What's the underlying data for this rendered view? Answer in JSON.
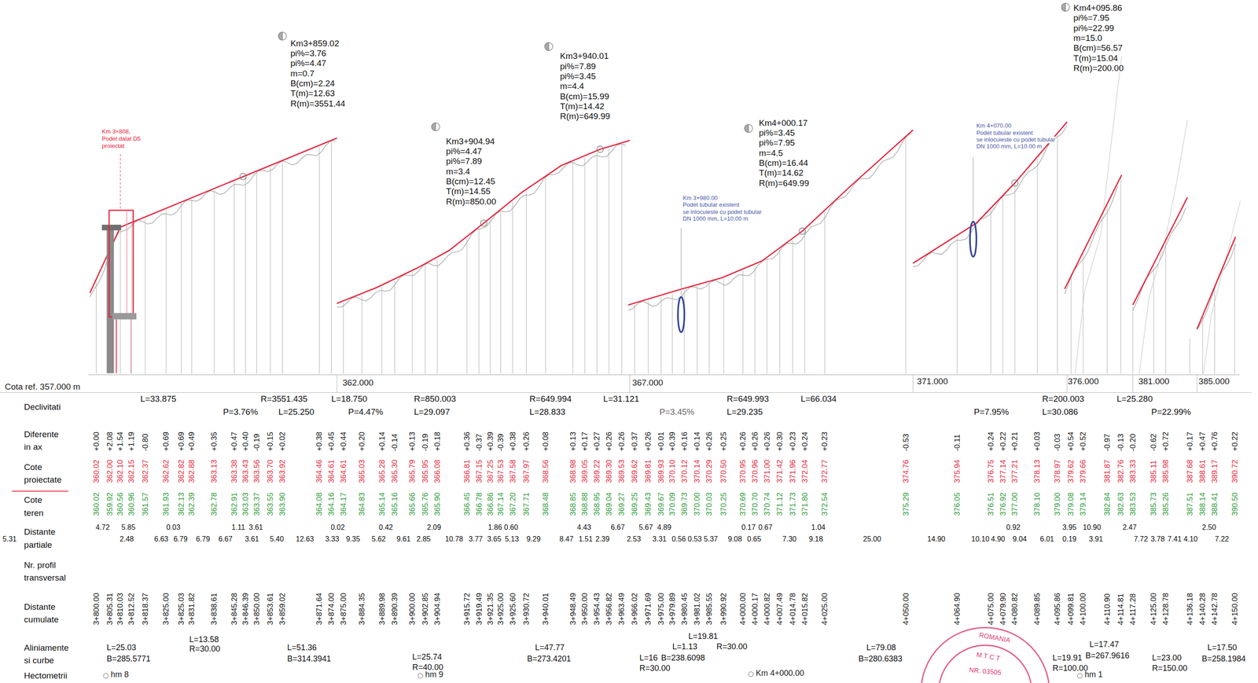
{
  "diagram": {
    "labels": [
      "Km3+859.02",
      "pi%=3.76",
      "pi%=4.47",
      "m=0.7",
      "B(cm)=2.24",
      "T(m)=12.63",
      "R(m)=3551.44",
      "Km3+904.94",
      "pi%=4.47",
      "pi%=7.89",
      "m=3.4",
      "B(cm)=12.45",
      "T(m)=14.55",
      "R(m)=850.00",
      "Km3+940.01",
      "pi%=7.89",
      "pi%=3.45",
      "m=4.4",
      "B(cm)=15.99",
      "T(m)=14.42",
      "R(m)=649.99",
      "Km4+000.17",
      "pi%=3.45",
      "pi%=7.95",
      "m=4.5",
      "B(cm)=16.44",
      "T(m)=14.62",
      "R(m)=649.99",
      "Km4+095.86",
      "pi%=7.95",
      "pi%=22.99",
      "m=15.0",
      "B(cm)=56.57",
      "T(m)=15.04",
      "R(m)=200.00",
      "Km 3+808,",
      "Podet dalat D5",
      "proiectat",
      "Km 3+980.00",
      "Podet tubular existent",
      "se inlocuieste cu podet tubular",
      "DN 1000 mm, L=10.00 m",
      "Km 4+070.00",
      "Podet tubular existent",
      "se inlocuieste cu podet tubular",
      "DN 1000 mm, L=10.00 m",
      "Cota ref. 357.000 m",
      "362.000",
      "367.000",
      "371.000",
      "376.000",
      "381.000",
      "385.000",
      "Declivitati",
      "Diferente",
      "in ax",
      "Cote",
      "proiectate",
      "Cote",
      "teren",
      "Distante",
      "partiale",
      "Nr. profil",
      "transversal",
      "Distante",
      "cumulate",
      "Aliniamente",
      "si curbe",
      "Hectometrii",
      "L=33.875",
      "P=3.76%",
      "R=3551.435",
      "L=25.250",
      "L=18.750",
      "P=4.47%",
      "R=850.003",
      "L=29.097",
      "R=649.994",
      "L=28.833",
      "L=31.121",
      "P=3.45%",
      "R=649.993",
      "L=29.235",
      "L=66.034",
      "P=7.95%",
      "R=200.003",
      "L=30.086",
      "L=25.280",
      "P=22.99%",
      "+0.00",
      "+2.08",
      "+1.54",
      "+1.19",
      "-0.80",
      "+0.69",
      "+0.69",
      "+0.49",
      "+0.35",
      "+0.47",
      "+0.40",
      "-0.19",
      "+0.15",
      "+0.02",
      "+0.38",
      "+0.45",
      "+0.44",
      "+0.20",
      "+0.14",
      "-0.14",
      "+0.13",
      "-0.19",
      "+0.18",
      "+0.36",
      "-0.37",
      "+0.39",
      "-0.39",
      "+0.38",
      "+0.26",
      "+0.08",
      "+0.13",
      "+0.17",
      "+0.27",
      "+0.26",
      "+0.26",
      "+0.37",
      "+0.26",
      "+0.01",
      "+0.39",
      "+0.16",
      "+0.14",
      "+0.26",
      "+0.25",
      "+0.26",
      "+0.26",
      "+0.26",
      "+0.30",
      "+0.23",
      "+0.24",
      "+0.23",
      "-0.53",
      "-0.11",
      "+0.24",
      "+0.22",
      "+0.21",
      "+0.03",
      "-0.03",
      "+0.54",
      "+0.52",
      "-0.97",
      "-0.13",
      "-0.20",
      "-0.62",
      "+0.72",
      "+0.17",
      "+0.47",
      "+0.76",
      "+0.22",
      "360.02",
      "362.00",
      "362.10",
      "362.15",
      "362.37",
      "362.62",
      "362.82",
      "362.88",
      "363.13",
      "363.38",
      "363.43",
      "363.56",
      "363.70",
      "363.92",
      "364.46",
      "364.61",
      "364.61",
      "365.03",
      "365.28",
      "365.30",
      "365.79",
      "365.95",
      "366.08",
      "366.81",
      "367.15",
      "367.25",
      "367.53",
      "367.58",
      "367.97",
      "368.56",
      "368.98",
      "369.05",
      "369.22",
      "369.30",
      "369.53",
      "369.62",
      "369.81",
      "369.93",
      "370.10",
      "370.12",
      "370.14",
      "370.29",
      "370.50",
      "370.95",
      "370.96",
      "371.00",
      "371.42",
      "371.96",
      "372.04",
      "372.77",
      "374.76",
      "375.94",
      "376.75",
      "377.14",
      "377.21",
      "378.13",
      "378.97",
      "379.62",
      "379.66",
      "381.87",
      "382.76",
      "383.33",
      "385.11",
      "385.98",
      "387.68",
      "388.61",
      "389.17",
      "390.72",
      "360.02",
      "359.92",
      "360.56",
      "360.96",
      "361.57",
      "361.93",
      "362.13",
      "362.39",
      "362.78",
      "362.91",
      "363.03",
      "363.37",
      "363.55",
      "363.90",
      "364.08",
      "364.16",
      "364.17",
      "364.83",
      "365.14",
      "365.16",
      "365.66",
      "365.76",
      "365.90",
      "366.45",
      "366.78",
      "366.86",
      "367.14",
      "367.20",
      "367.71",
      "368.48",
      "368.85",
      "368.88",
      "368.95",
      "369.04",
      "369.27",
      "369.25",
      "369.43",
      "369.67",
      "370.09",
      "369.73",
      "370.00",
      "370.03",
      "370.25",
      "370.69",
      "370.70",
      "370.74",
      "371.12",
      "371.73",
      "371.80",
      "372.54",
      "375.29",
      "376.05",
      "376.51",
      "376.92",
      "377.00",
      "378.10",
      "379.00",
      "379.08",
      "379.14",
      "382.84",
      "382.63",
      "383.53",
      "385.73",
      "385.26",
      "387.51",
      "388.14",
      "388.41",
      "390.50",
      "4.72",
      "5.85",
      "0.03",
      "1.11",
      "3.61",
      "0.02",
      "0.42",
      "2.09",
      "1.86",
      "0.60",
      "4.43",
      "6.67",
      "5.67",
      "4.89",
      "0.17",
      "0.67",
      "1.04",
      "0.92",
      "3.95",
      "10.90",
      "2.47",
      "2.50",
      "5.31",
      "2.48",
      "6.63",
      "6.79",
      "6.79",
      "6.67",
      "3.61",
      "5.40",
      "12.63",
      "3.33",
      "9.35",
      "5.62",
      "9.61",
      "2.85",
      "10.78",
      "3.77",
      "3.65",
      "5.13",
      "9.29",
      "8.47",
      "1.51",
      "2.39",
      "2.53",
      "3.31",
      "0.56",
      "0.53",
      "5.37",
      "9.08",
      "0.65",
      "7.30",
      "9.18",
      "25.00",
      "14.90",
      "10.10",
      "4.90",
      "9.04",
      "6.01",
      "0.19",
      "3.91",
      "7.72",
      "3.78",
      "7.41",
      "4.10",
      "7.22",
      "3+800.00",
      "3+805.31",
      "3+810.03",
      "3+812.52",
      "3+818.37",
      "3+825.00",
      "3+825.03",
      "3+831.82",
      "3+838.61",
      "3+845.28",
      "3+846.39",
      "3+850.00",
      "3+853.61",
      "3+859.02",
      "3+871.64",
      "3+874.00",
      "3+875.00",
      "3+884.35",
      "3+889.98",
      "3+890.39",
      "3+900.00",
      "3+902.85",
      "3+904.94",
      "3+915.72",
      "3+919.49",
      "3+921.35",
      "3+925.00",
      "3+925.60",
      "3+930.72",
      "3+940.01",
      "3+948.49",
      "3+950.00",
      "3+954.43",
      "3+956.82",
      "3+963.49",
      "3+966.02",
      "3+971.69",
      "3+975.00",
      "3+979.89",
      "3+980.45",
      "3+981.02",
      "3+985.55",
      "3+990.92",
      "4+000.00",
      "4+000.17",
      "4+000.82",
      "4+007.49",
      "4+014.78",
      "4+015.82",
      "4+025.00",
      "4+050.00",
      "4+064.90",
      "4+075.00",
      "4+079.90",
      "4+080.82",
      "4+089.85",
      "4+095.86",
      "4+099.81",
      "4+100.00",
      "4+110.90",
      "4+114.81",
      "4+117.28",
      "4+125.00",
      "4+128.78",
      "4+136.18",
      "4+140.28",
      "4+142.78",
      "4+150.00",
      "L=25.03",
      "B=285.5771",
      "L=13.58",
      "R=30.00",
      "L=51.36",
      "B=314.3941",
      "L=25.74",
      "R=40.00",
      "L=47.77",
      "B=273.4201",
      "L=19.81",
      "L=1.13",
      "R=30.00",
      "L=16",
      "B=238.6098",
      "R=30.00",
      "L=79.08",
      "B=280.6383",
      "L=19.91",
      "R=100.00",
      "L=17.47",
      "B=267.9616",
      "L=23.00",
      "R=150.00",
      "L=17.50",
      "B=258.1984",
      "hm 8",
      "hm 9",
      "Km 4+000.00",
      "hm 1",
      "ROMANIA",
      "M T C T",
      "NR. 03505"
    ]
  }
}
